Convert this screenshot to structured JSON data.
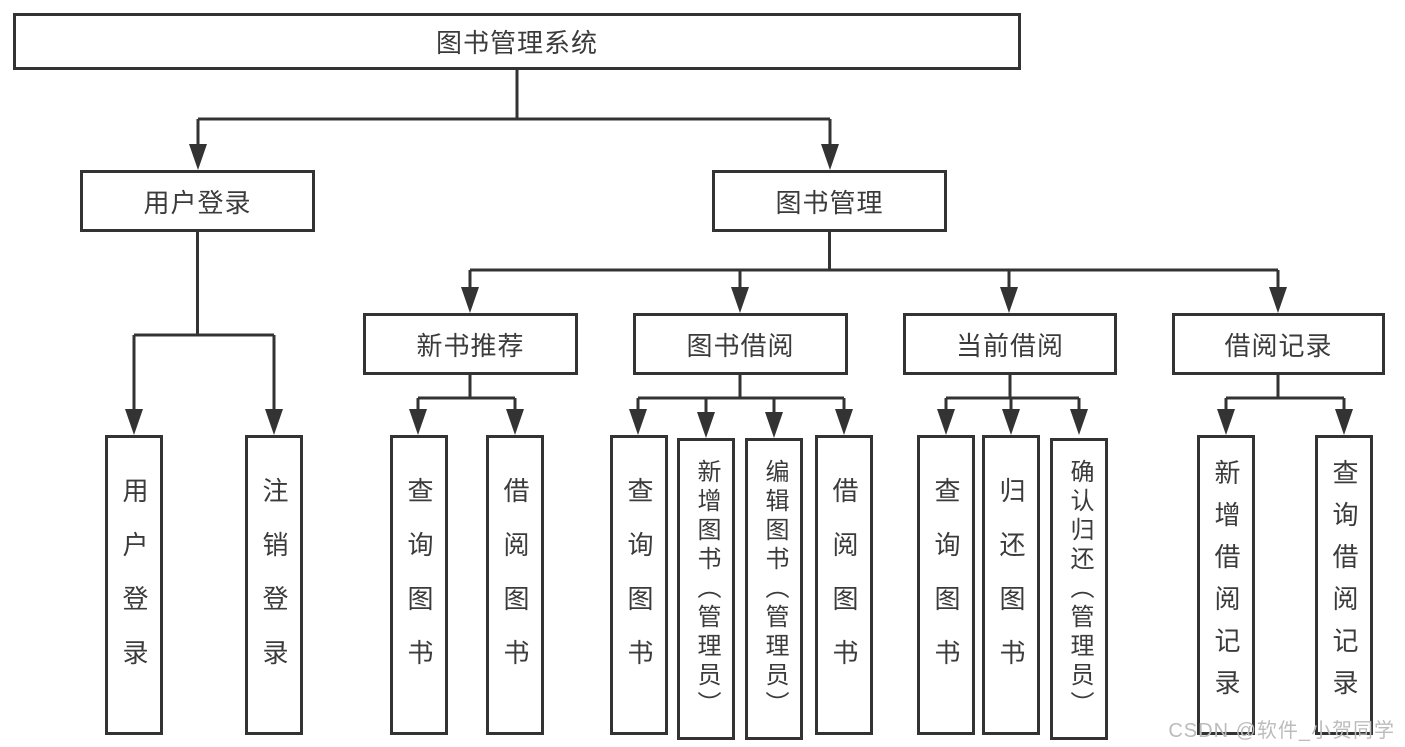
{
  "diagram": {
    "title": "图书管理系统",
    "root": {
      "label": "图书管理系统"
    },
    "level2": [
      {
        "label": "用户登录"
      },
      {
        "label": "图书管理"
      }
    ],
    "level3": [
      {
        "label": "新书推荐",
        "parent": "图书管理"
      },
      {
        "label": "图书借阅",
        "parent": "图书管理"
      },
      {
        "label": "当前借阅",
        "parent": "图书管理"
      },
      {
        "label": "借阅记录",
        "parent": "图书管理"
      }
    ],
    "leaves": [
      {
        "label": "用户登录",
        "parent": "用户登录"
      },
      {
        "label": "注销登录",
        "parent": "用户登录"
      },
      {
        "label": "查询图书",
        "parent": "新书推荐"
      },
      {
        "label": "借阅图书",
        "parent": "新书推荐"
      },
      {
        "label": "查询图书",
        "parent": "图书借阅"
      },
      {
        "label": "新增图书（管理员）",
        "parent": "图书借阅"
      },
      {
        "label": "编辑图书（管理员）",
        "parent": "图书借阅"
      },
      {
        "label": "借阅图书",
        "parent": "图书借阅"
      },
      {
        "label": "查询图书",
        "parent": "当前借阅"
      },
      {
        "label": "归还图书",
        "parent": "当前借阅"
      },
      {
        "label": "确认归还（管理员）",
        "parent": "当前借阅"
      },
      {
        "label": "新增借阅记录",
        "parent": "借阅记录"
      },
      {
        "label": "查询借阅记录",
        "parent": "借阅记录"
      }
    ]
  },
  "watermark": {
    "text": "CSDN @软件_小贺同学"
  },
  "colors": {
    "line": "#333333",
    "box_border": "#333333",
    "text": "#3b3b3b",
    "watermark": "#bcbcbc",
    "background": "#ffffff"
  }
}
